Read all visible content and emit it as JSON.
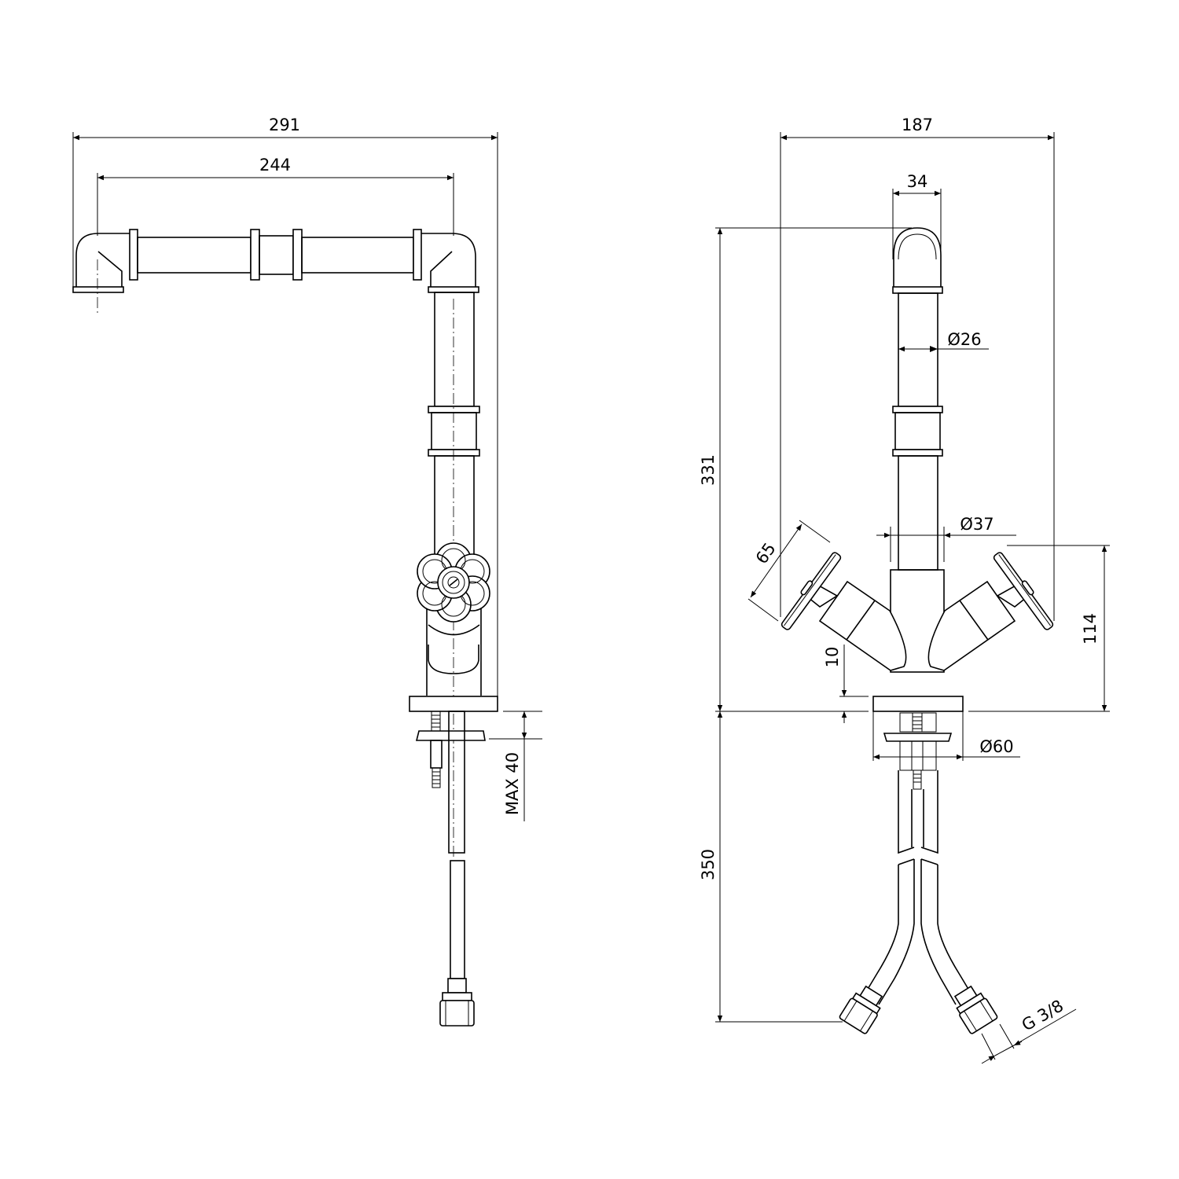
{
  "title": "Faucet technical drawing",
  "side_view": {
    "dims": {
      "overall_length": "291",
      "spout_reach": "244",
      "max_deck_thickness": "MAX 40"
    }
  },
  "front_view": {
    "dims": {
      "overall_width": "187",
      "elbow_width": "34",
      "spout_diameter": "Ø26",
      "body_diameter": "Ø37",
      "handle_diameter": "65",
      "overall_height": "331",
      "handle_height": "114",
      "base_height": "10",
      "base_diameter": "Ø60",
      "hose_length": "350",
      "hose_thread": "G 3/8"
    }
  },
  "colors": {
    "line": "#000000",
    "background": "#ffffff"
  }
}
